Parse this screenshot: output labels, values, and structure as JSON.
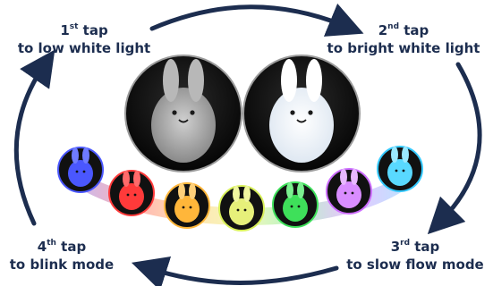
{
  "steps": [
    {
      "id": "step1",
      "num": "1",
      "sup": "st",
      "word": "tap",
      "action": "to low white light"
    },
    {
      "id": "step2",
      "num": "2",
      "sup": "nd",
      "word": "tap",
      "action": "to bright white light"
    },
    {
      "id": "step3",
      "num": "3",
      "sup": "rd",
      "word": "tap",
      "action": "to slow flow mode"
    },
    {
      "id": "step4",
      "num": "4",
      "sup": "th",
      "word": "tap",
      "action": "to blink mode"
    }
  ],
  "bunny_icons": {
    "large": [
      "low-white-bunny-icon",
      "bright-white-bunny-icon"
    ],
    "small": [
      "blue-bunny-icon",
      "red-bunny-icon",
      "orange-bunny-icon",
      "yellow-green-bunny-icon",
      "green-bunny-icon",
      "purple-bunny-icon",
      "cyan-bunny-icon"
    ]
  },
  "colors": {
    "arrow": "#1c2d4f",
    "text": "#1c2d4f",
    "glow": [
      "#3a5dff",
      "#ff2a2a",
      "#ffb63a",
      "#f4f15a",
      "#3ee05a",
      "#cc6cff",
      "#35c9ff"
    ]
  }
}
